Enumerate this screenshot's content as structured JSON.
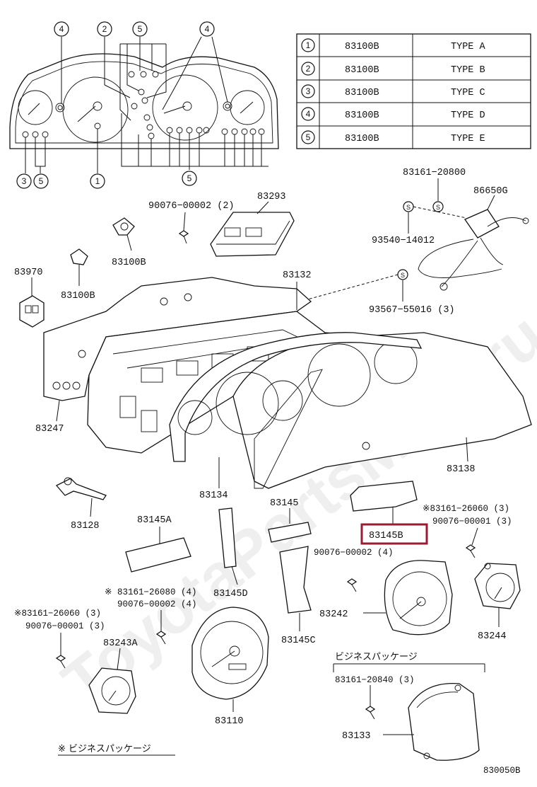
{
  "watermark": "ToyotaPartsMine.ru",
  "table": {
    "rows": [
      {
        "num": "1",
        "part": "83100B",
        "type": "TYPE  A"
      },
      {
        "num": "2",
        "part": "83100B",
        "type": "TYPE  B"
      },
      {
        "num": "3",
        "part": "83100B",
        "type": "TYPE  C"
      },
      {
        "num": "4",
        "part": "83100B",
        "type": "TYPE  D"
      },
      {
        "num": "5",
        "part": "83100B",
        "type": "TYPE  E"
      }
    ]
  },
  "cluster_callouts": {
    "top_4_left": "4",
    "top_2": "2",
    "top_5": "5",
    "top_4_right": "4",
    "bottom_3": "3",
    "bottom_5_left": "5",
    "bottom_1": "1",
    "bottom_5_center": "5"
  },
  "parts": {
    "p83293": "83293",
    "p90076_00002_2": "90076−00002 (2)",
    "p83100B_a": "83100B",
    "p83100B_b": "83100B",
    "p83970": "83970",
    "p83161_20800": "83161−20800",
    "p86650G": "86650G",
    "p93540_14012": "93540−14012",
    "p83132": "83132",
    "p93567_55016": "93567−55016 (3)",
    "p83247": "83247",
    "p83138": "83138",
    "p83128": "83128",
    "p83134": "83134",
    "p83145": "83145",
    "p83145A": "83145A",
    "p83145B": "83145B",
    "p83161_26060_3_right": "※83161−26060 (3)",
    "p90076_00001_3_right": "90076−00001 (3)",
    "p90076_00002_4": "90076−00002 (4)",
    "p83145D": "83145D",
    "p83161_26080_4": "※ 83161−26080 (4)",
    "p90076_00002_4b": "90076−00002 (4)",
    "p83242": "83242",
    "p83244": "83244",
    "p83161_26060_3_left": "※83161−26060 (3)",
    "p90076_00001_3_left": "90076−00001 (3)",
    "p83243A": "83243A",
    "p83145C": "83145C",
    "p83110": "83110",
    "business_package": "ビジネスパッケージ",
    "p83161_20840": "83161−20840 (3)",
    "p83133": "83133",
    "footnote": "※ ビジネスパッケージ",
    "figure_code": "830050B"
  },
  "colors": {
    "highlight_box": "#9b1b30",
    "ink": "#111111"
  }
}
